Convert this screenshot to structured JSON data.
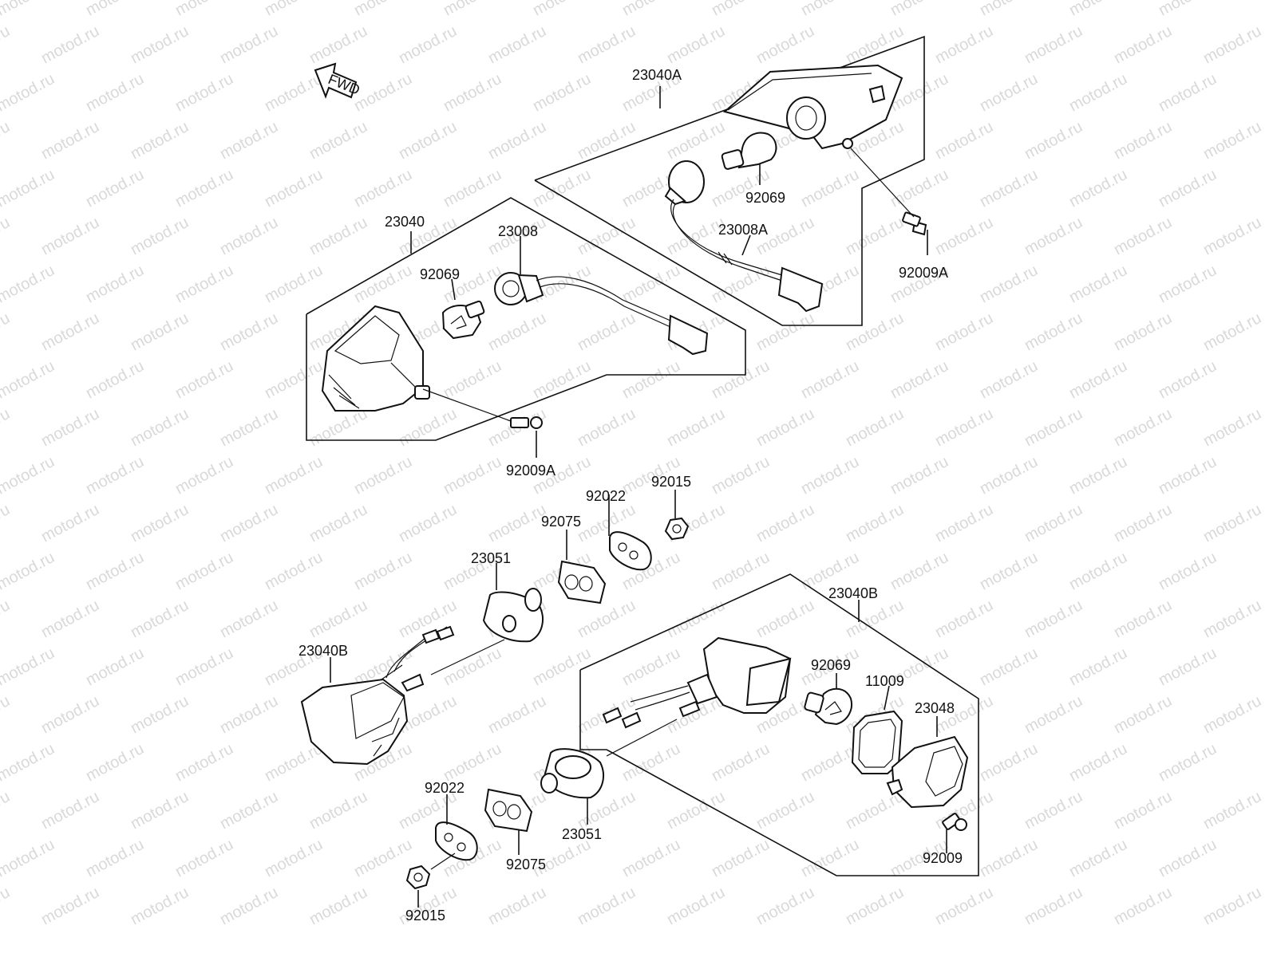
{
  "watermark": "motod.ru",
  "fwd_label": "FWD",
  "labels": {
    "p23040A": "23040A",
    "p23040": "23040",
    "p23008": "23008",
    "p92069_a": "92069",
    "p92069_b": "92069",
    "p23008A": "23008A",
    "p92009A_a": "92009A",
    "p92009A_b": "92009A",
    "p92015_a": "92015",
    "p92022_a": "92022",
    "p92075_a": "92075",
    "p23051_a": "23051",
    "p23040B_a": "23040B",
    "p23040B_b": "23040B",
    "p92069_c": "92069",
    "p11009": "11009",
    "p23048": "23048",
    "p92022_b": "92022",
    "p92075_b": "92075",
    "p23051_b": "23051",
    "p92009": "92009",
    "p92015_b": "92015"
  }
}
